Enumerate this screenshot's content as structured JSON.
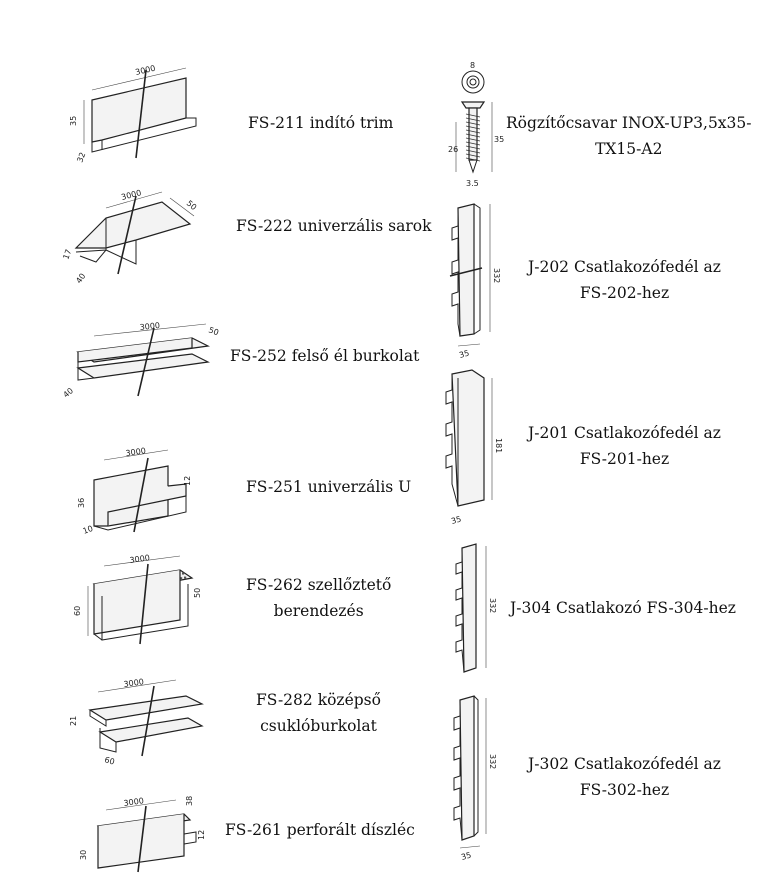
{
  "left_items": [
    {
      "label": "FS-211  indító trim",
      "dims": {
        "length": "3000",
        "height": "35",
        "depth": "32"
      }
    },
    {
      "label": "FS-222 univerzális sarok",
      "dims": {
        "length": "3000",
        "a": "50",
        "b": "17",
        "c": "40"
      }
    },
    {
      "label": "FS-252 felső él burkolat",
      "dims": {
        "length": "3000",
        "a": "50",
        "b": "40"
      }
    },
    {
      "label": "FS-251 univerzális U",
      "dims": {
        "length": "3000",
        "a": "12",
        "b": "36",
        "c": "10"
      }
    },
    {
      "label_lines": [
        "FS-262 szellőztető",
        "berendezés"
      ],
      "dims": {
        "length": "3000",
        "a": "60",
        "b": "50"
      }
    },
    {
      "label_lines": [
        "FS-282 középső",
        "csuklóburkolat"
      ],
      "dims": {
        "length": "3000",
        "a": "21",
        "b": "60"
      }
    },
    {
      "label": "FS-261 perforált díszléc",
      "dims": {
        "length": "3000",
        "a": "38",
        "b": "12",
        "c": "30"
      }
    }
  ],
  "right_items": [
    {
      "label_lines": [
        "Rögzítőcsavar INOX-UP3,5x35-",
        "TX15-A2"
      ],
      "dims": {
        "head": "8",
        "shank": "26",
        "total": "35",
        "tip": "3.5"
      }
    },
    {
      "label_lines": [
        "J-202 Csatlakozófedél az",
        "FS-202-hez"
      ],
      "dims": {
        "height": "332",
        "width": "35"
      }
    },
    {
      "label_lines": [
        "J-201 Csatlakozófedél az",
        "FS-201-hez"
      ],
      "dims": {
        "height": "181",
        "width": "35"
      }
    },
    {
      "label": "J-304 Csatlakozó FS-304-hez",
      "dims": {
        "height": "332"
      }
    },
    {
      "label_lines": [
        "J-302 Csatlakozófedél az",
        "FS-302-hez"
      ],
      "dims": {
        "height": "332",
        "width": "35"
      }
    }
  ]
}
